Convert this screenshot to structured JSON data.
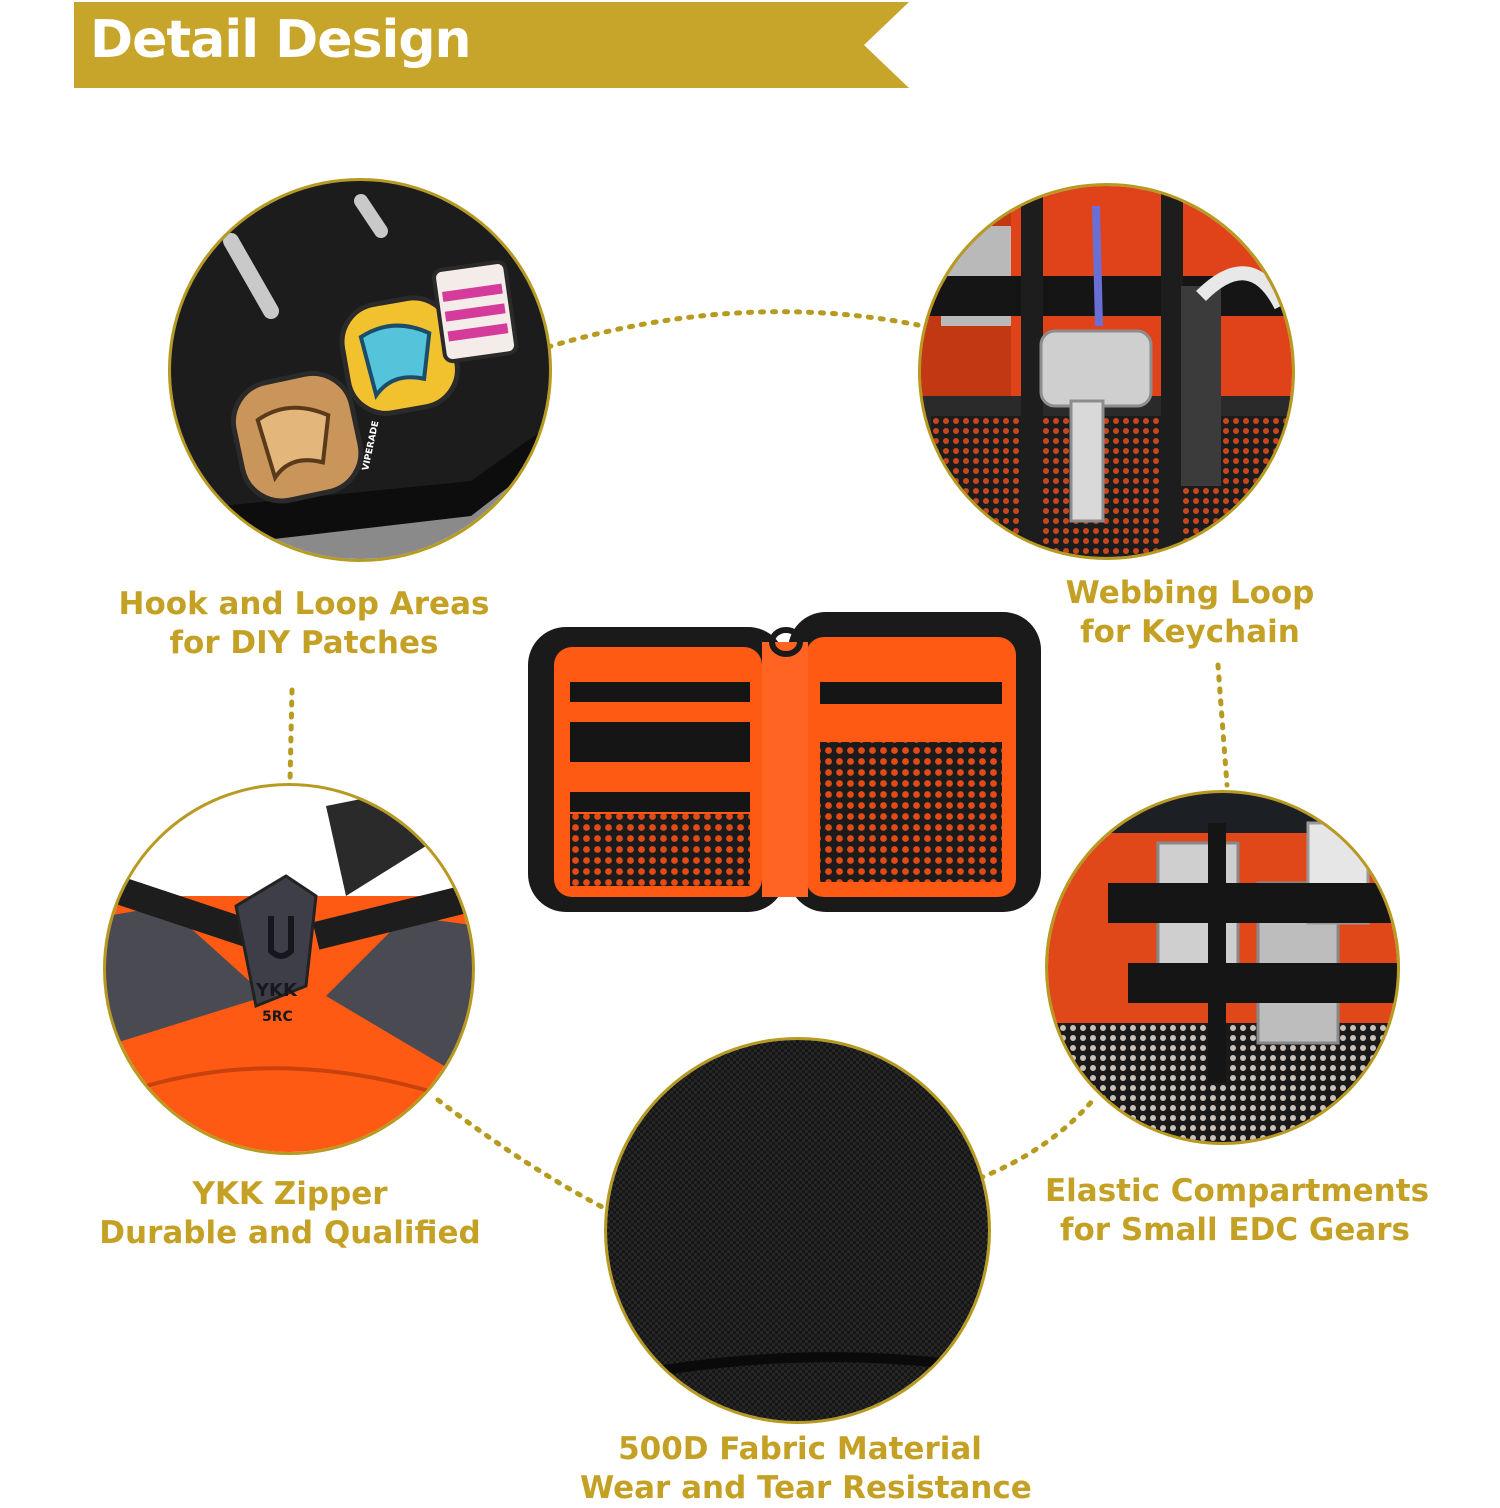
{
  "header": {
    "title": "Detail Design"
  },
  "features": [
    {
      "line1": "Hook and Loop Areas",
      "line2": "for DIY Patches"
    },
    {
      "line1": "Webbing Loop",
      "line2": "for Keychain"
    },
    {
      "line1": "YKK Zipper",
      "line2": "Durable and Qualified"
    },
    {
      "line1": "Elastic Compartments",
      "line2": "for Small EDC Gears"
    },
    {
      "line1": "500D Fabric Material",
      "line2": "Wear and Tear Resistance"
    }
  ],
  "patches": {
    "brand_text": "VIPERADE"
  },
  "zipper": {
    "brand_text": "YKK",
    "model_text": "5RC"
  },
  "colors": {
    "accent": "#c4a124",
    "banner": "#c7a52a",
    "orange": "#ff5a14",
    "fabric": "#141414"
  }
}
